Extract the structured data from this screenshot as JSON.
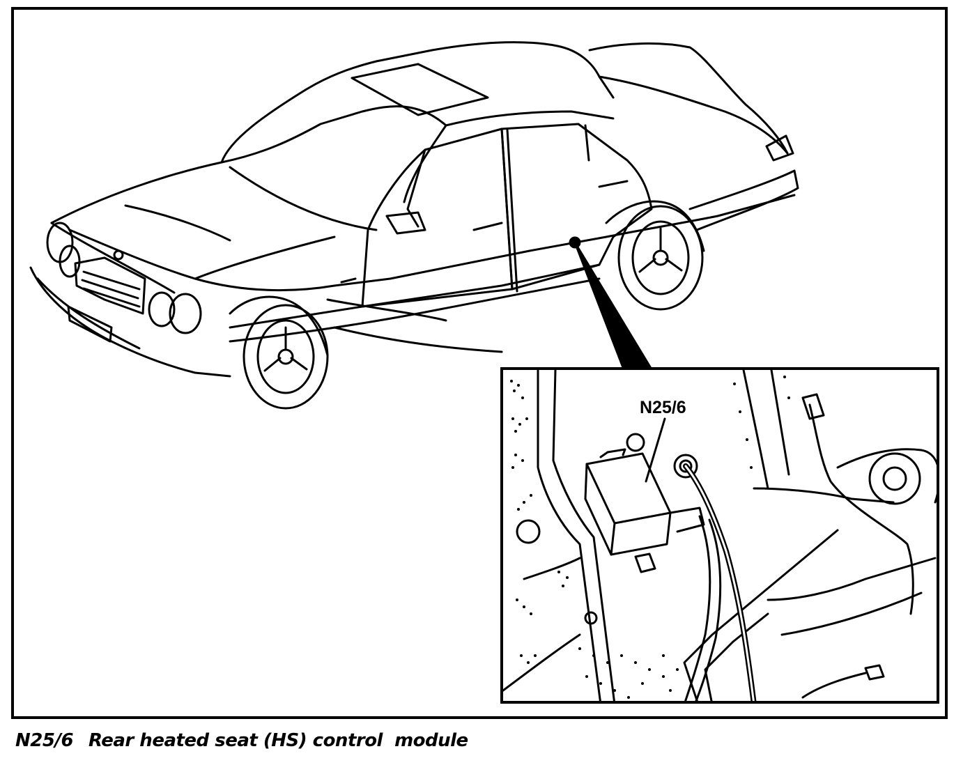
{
  "diagram": {
    "inset_callout_label": "N25/6",
    "caption_code": "N25/6",
    "caption_text": "Rear heated seat (HS) control  module"
  }
}
